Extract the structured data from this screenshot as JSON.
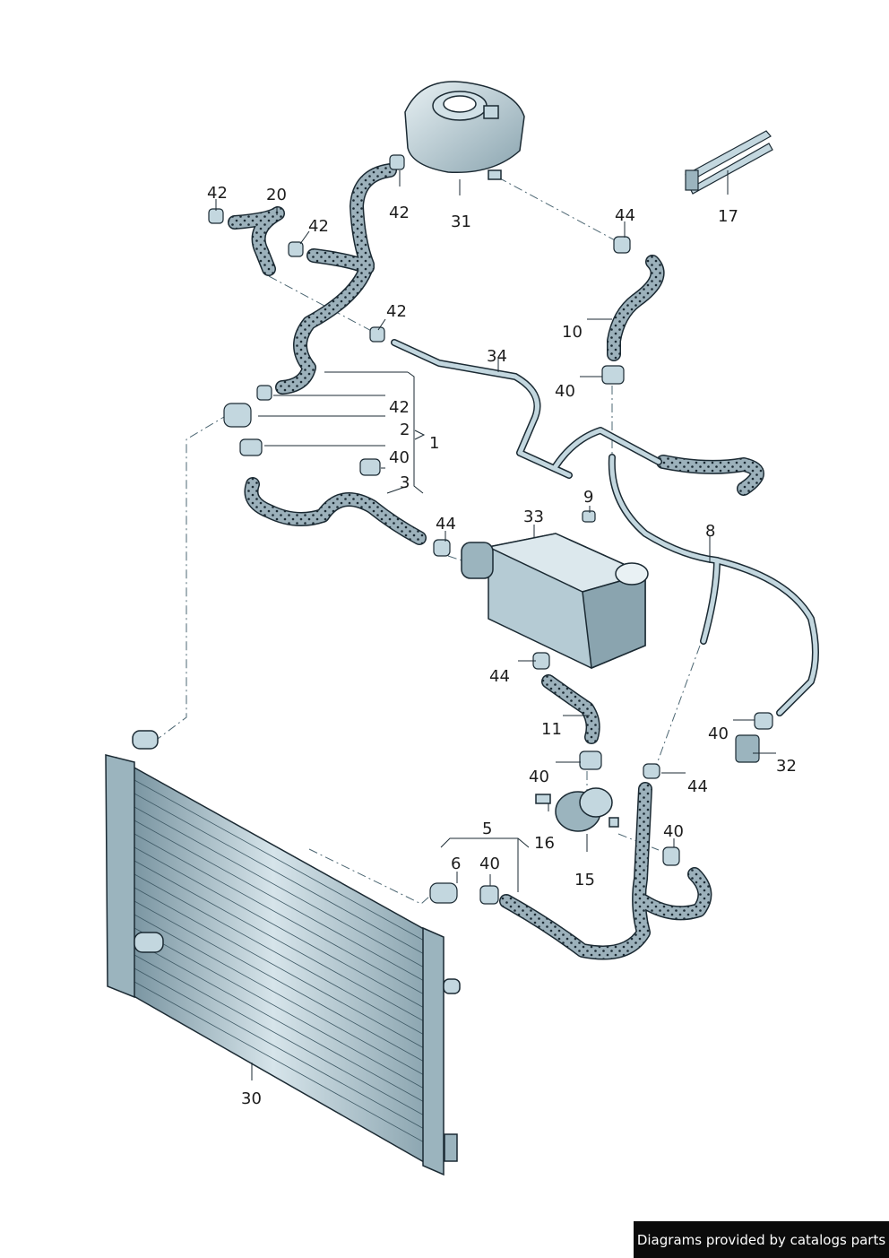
{
  "callouts": [
    {
      "id": "c42a",
      "text": "42"
    },
    {
      "id": "c20",
      "text": "20"
    },
    {
      "id": "c42b",
      "text": "42"
    },
    {
      "id": "c42c",
      "text": "42"
    },
    {
      "id": "c31",
      "text": "31"
    },
    {
      "id": "c17",
      "text": "17"
    },
    {
      "id": "c44a",
      "text": "44"
    },
    {
      "id": "c10",
      "text": "10"
    },
    {
      "id": "c42d",
      "text": "42"
    },
    {
      "id": "c34",
      "text": "34"
    },
    {
      "id": "c40a",
      "text": "40"
    },
    {
      "id": "c42e",
      "text": "42"
    },
    {
      "id": "c2",
      "text": "2"
    },
    {
      "id": "c1",
      "text": "1"
    },
    {
      "id": "c40b",
      "text": "40"
    },
    {
      "id": "c3",
      "text": "3"
    },
    {
      "id": "c9",
      "text": "9"
    },
    {
      "id": "c33",
      "text": "33"
    },
    {
      "id": "c44b",
      "text": "44"
    },
    {
      "id": "c8",
      "text": "8"
    },
    {
      "id": "c44c",
      "text": "44"
    },
    {
      "id": "c11",
      "text": "11"
    },
    {
      "id": "c40c",
      "text": "40"
    },
    {
      "id": "c32",
      "text": "32"
    },
    {
      "id": "c40d",
      "text": "40"
    },
    {
      "id": "c44d",
      "text": "44"
    },
    {
      "id": "c5",
      "text": "5"
    },
    {
      "id": "c16",
      "text": "16"
    },
    {
      "id": "c40e",
      "text": "40"
    },
    {
      "id": "c6",
      "text": "6"
    },
    {
      "id": "c40f",
      "text": "40"
    },
    {
      "id": "c15",
      "text": "15"
    },
    {
      "id": "c30",
      "text": "30"
    }
  ],
  "credit": "Diagrams provided by catalogs parts",
  "colors": {
    "part_fill": "#c3d7df",
    "part_shade": "#7f9aa6",
    "outline": "#1b2a33",
    "hose": "#93a9b3"
  }
}
